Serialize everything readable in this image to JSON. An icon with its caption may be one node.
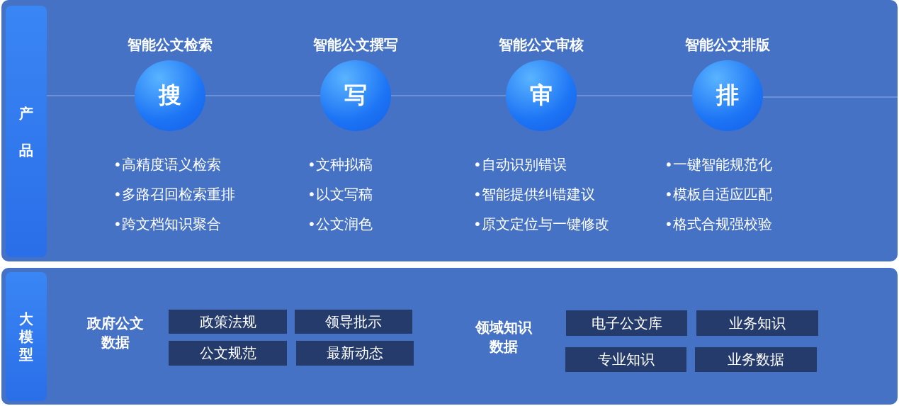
{
  "diagram": {
    "nodes": [
      {
        "text": [],
        "shape": "box"
      },
      {
        "text": [
          "产品"
        ],
        "in": 0
      },
      {
        "text": [
          "搜"
        ],
        "in": 0,
        "beside": [
          "智能公文检索",
          "•高精度语义检索",
          "•多路召回检索重排",
          "•跨文档知识聚合"
        ]
      },
      {
        "text": [
          "写"
        ],
        "in": 0,
        "beside": [
          "智能公文撰写",
          "•文种拟稿",
          "•以文写稿",
          "•公文润色"
        ]
      },
      {
        "text": [
          "审"
        ],
        "in": 0,
        "beside": [
          "智能公文审核",
          "•自动识别错误",
          "•智能提供纠错建议",
          "•原文定位与一键修改"
        ]
      },
      {
        "text": [
          "排"
        ],
        "in": 0,
        "beside": [
          "智能公文排版",
          "•一键智能规范化",
          "•模板自适应匹配",
          "•格式合规强校验"
        ]
      },
      {
        "text": [],
        "shape": "box"
      },
      {
        "text": [
          "大模型"
        ],
        "in": 6
      },
      {
        "text": [
          "政策法规"
        ],
        "in": 6
      },
      {
        "text": [
          "领导批示"
        ],
        "in": 6
      },
      {
        "text": [
          "公文规范"
        ],
        "in": 6
      },
      {
        "text": [
          "最新动态"
        ],
        "in": 6
      },
      {
        "text": [
          "电子公文库"
        ],
        "in": 6
      },
      {
        "text": [
          "业务知识"
        ],
        "in": 6
      },
      {
        "text": [
          "专业知识"
        ],
        "in": 6
      },
      {
        "text": [
          "业务数据"
        ],
        "in": 6
      }
    ],
    "edges": [
      {
        "from": 1,
        "to": 2,
        "arrow": "none"
      },
      {
        "from": 2,
        "to": 3,
        "arrow": "none"
      },
      {
        "from": 3,
        "to": 4,
        "arrow": "none"
      },
      {
        "from": 4,
        "to": 5,
        "arrow": "none"
      }
    ],
    "labels": [
      "政府公文数据",
      "领域知识数据"
    ]
  }
}
